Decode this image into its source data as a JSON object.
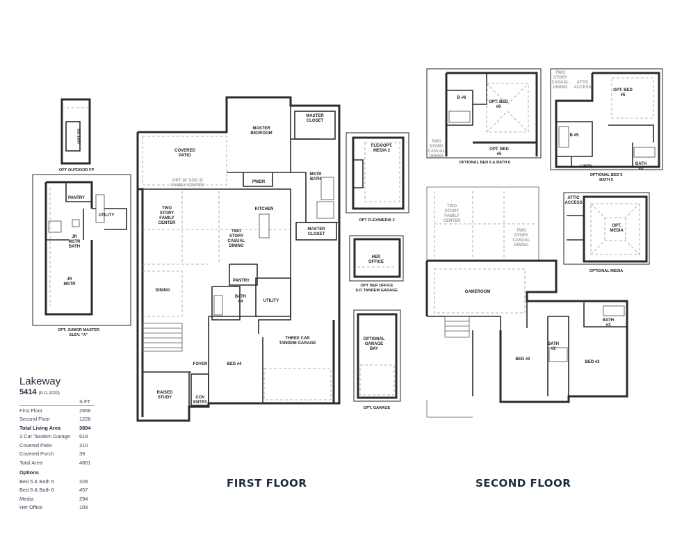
{
  "plan": {
    "name": "Lakeway",
    "number": "5414",
    "date": "(9.11.2020)",
    "sft_header": "S.FT",
    "areas": [
      {
        "label": "First Floor",
        "value": "2668",
        "bold": false
      },
      {
        "label": "Second Floor",
        "value": "1226",
        "bold": false
      },
      {
        "label": "Total Living Area",
        "value": "3894",
        "bold": true
      },
      {
        "label": "3 Car Tandem Garage",
        "value": "618",
        "bold": false
      },
      {
        "label": "Covered Patio",
        "value": "310",
        "bold": false
      },
      {
        "label": "Covered Porch",
        "value": "39",
        "bold": false
      },
      {
        "label": "Total Area",
        "value": "4861",
        "bold": false
      }
    ],
    "options_header": "Options",
    "options": [
      {
        "label": "Bed 5 & Bath 5",
        "value": "328"
      },
      {
        "label": "Bed 6 & Bath 6",
        "value": "457"
      },
      {
        "label": "Media",
        "value": "294"
      },
      {
        "label": "Her Office",
        "value": "109"
      }
    ]
  },
  "floors": {
    "first": "FIRST FLOOR",
    "second": "SECOND FLOOR"
  },
  "captions": {
    "outdoor_fp": "OPT OUTDOOR FP",
    "junior_master_1": "OPT. JUNIOR MASTER",
    "junior_master_2": "ELEV. \"A\"",
    "flex_media": "OPT FLEX/MEDIA 2",
    "her_office_1": "OPT HER OFFICE",
    "her_office_2": "ILO TANDEM GARAGE",
    "opt_garage": "OPT. GARAGE",
    "bed6_bath6": "OPTIONAL BED 6 & BATH 6",
    "bed5_bath5_1": "OPTIONAL BED 5",
    "bed5_bath5_2": "BATH 5",
    "optional_media": "OPTIONAL MEDIA"
  },
  "rooms": {
    "covered_patio_1": "COVERED",
    "covered_patio_2": "PATIO",
    "sgd_1": "OPT 16' SGD @",
    "sgd_2": "FAMILY CENTER",
    "master_bedroom_1": "MASTER",
    "master_bedroom_2": "BEDROOM",
    "master_closet_1": "MASTER",
    "master_closet_2": "CLOSET",
    "mstr_bath_1": "MSTR",
    "mstr_bath_2": "BATH",
    "pwdr": "PWDR",
    "kitchen": "KITCHEN",
    "family_1": "TWO",
    "family_2": "STORY",
    "family_3": "FAMILY",
    "family_4": "CENTER",
    "casual_1": "TWO",
    "casual_2": "STORY",
    "casual_3": "CASUAL",
    "casual_4": "DINING",
    "pantry": "PANTRY",
    "dining": "DINING",
    "bath4_1": "BATH",
    "bath4_2": "#4",
    "utility": "UTILITY",
    "garage_1": "THREE CAR",
    "garage_2": "TANDEM GARAGE",
    "bed4": "BED #4",
    "foyer": "FOYER",
    "study_1": "RAISED",
    "study_2": "STUDY",
    "cov_entry_1": "COV",
    "cov_entry_2": "ENTRY",
    "opt_fp": "OPT FP",
    "jr_pantry": "PANTRY",
    "jr_utility": "UTILITY",
    "jr_bath_1": "JR",
    "jr_bath_2": "MSTR",
    "jr_bath_3": "BATH",
    "jr_mstr_1": "JR",
    "jr_mstr_2": "MSTR",
    "flex_1": "FLEX/OPT.",
    "flex_2": "MEDIA 2",
    "her_office_1": "HER",
    "her_office_2": "OFFICE",
    "opt_garage_1": "OPTIONAL",
    "opt_garage_2": "GARAGE",
    "opt_garage_3": "BAY",
    "b6": "B #6",
    "opt_bed6_1": "OPT. BED",
    "opt_bed6_2": "#6",
    "opt_bed5_1": "OPT. BED",
    "opt_bed5_2": "#5",
    "two_story_dining_1": "TWO",
    "two_story_dining_2": "STORY",
    "two_story_dining_3": "CASUAL",
    "two_story_dining_4": "DINING",
    "attic_access_1": "ATTIC",
    "attic_access_2": "ACCESS",
    "b5": "B #5",
    "linen": "LINEN",
    "bath3_1": "BATH",
    "bath3_2": "#3",
    "opt_media_1": "OPT.",
    "opt_media_2": "MEDIA",
    "gameroom": "GAMEROOM",
    "bath2_1": "BATH",
    "bath2_2": "#2",
    "bed2": "BED #2",
    "bed3": "BED #3"
  }
}
